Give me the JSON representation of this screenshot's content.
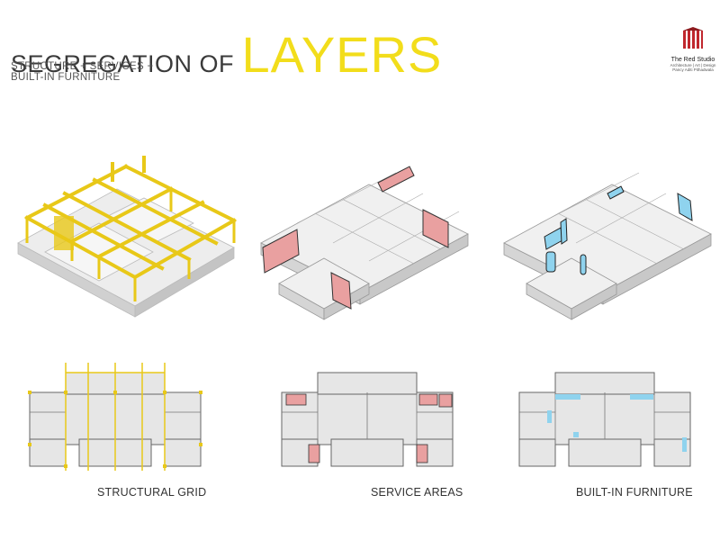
{
  "header": {
    "title_prefix": "SEGREGATION OF",
    "title_accent": "LAYERS",
    "subtitle_line1": "STRUCTURE + SERVICES +",
    "subtitle_line2": "BUILT-IN FURNITURE"
  },
  "logo": {
    "name": "The Red Studio",
    "tagline": "Architecture | Art | Design",
    "person": "Pancy Aditi Pithadwala"
  },
  "captions": {
    "structural": "STRUCTURAL GRID",
    "services": "SERVICE AREAS",
    "furniture": "BUILT-IN FURNITURE"
  },
  "colors": {
    "structure": "#f2dd1b",
    "services": "#e9a0a0",
    "furniture": "#8fd3ee",
    "building": "#e6e6e6"
  }
}
